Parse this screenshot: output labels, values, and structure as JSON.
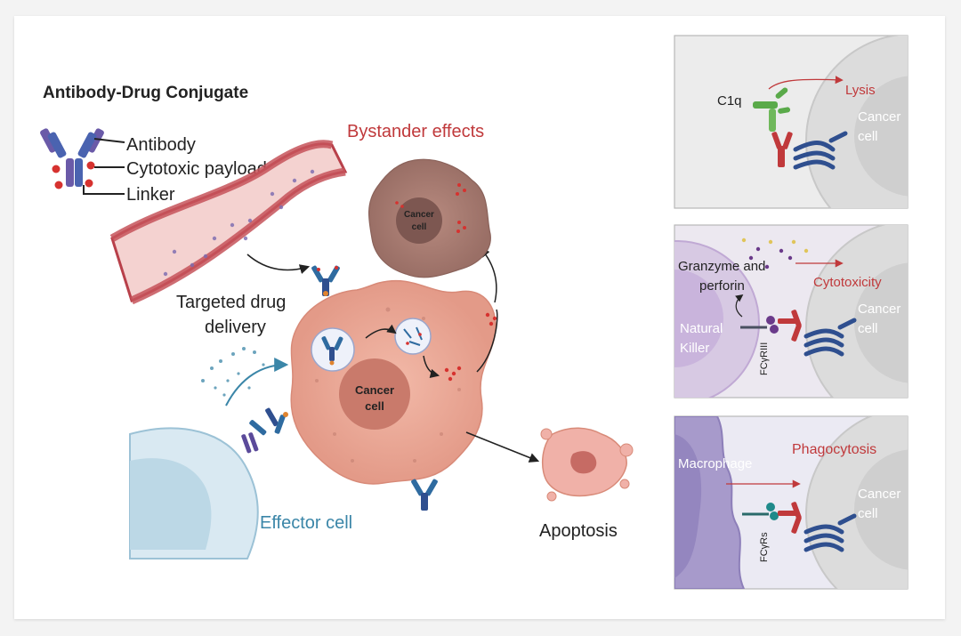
{
  "title": "Antibody-Drug Conjugate",
  "legend": {
    "antibody": "Antibody",
    "payload": "Cytotoxic payload",
    "linker": "Linker"
  },
  "main": {
    "bystander": "Bystander effects",
    "cancer_cell": "Cancer",
    "cancer_cell_2": "cell",
    "targeted_1": "Targeted drug",
    "targeted_2": "delivery",
    "effector": "Effector cell",
    "apoptosis": "Apoptosis"
  },
  "panels": {
    "cdc": {
      "c1q": "C1q",
      "lysis": "Lysis",
      "cancer_1": "Cancer",
      "cancer_2": "cell"
    },
    "adcc": {
      "granzyme_1": "Granzyme and",
      "granzyme_2": "perforin",
      "cytotoxicity": "Cytotoxicity",
      "nk_1": "Natural",
      "nk_2": "Killer",
      "receptor": "FCγRIII",
      "cancer_1": "Cancer",
      "cancer_2": "cell"
    },
    "adcp": {
      "macrophage": "Macrophage",
      "phagocytosis": "Phagocytosis",
      "receptor": "FCγRs",
      "cancer_1": "Cancer",
      "cancer_2": "cell"
    }
  },
  "colors": {
    "red_label": "#c0393b",
    "blue_label": "#3b86a8",
    "antibody_blue": "#2f4f8f",
    "antibody_purple": "#6a5aa8",
    "cancer_pink": "#e8a596",
    "vessel_red": "#c6535b"
  }
}
